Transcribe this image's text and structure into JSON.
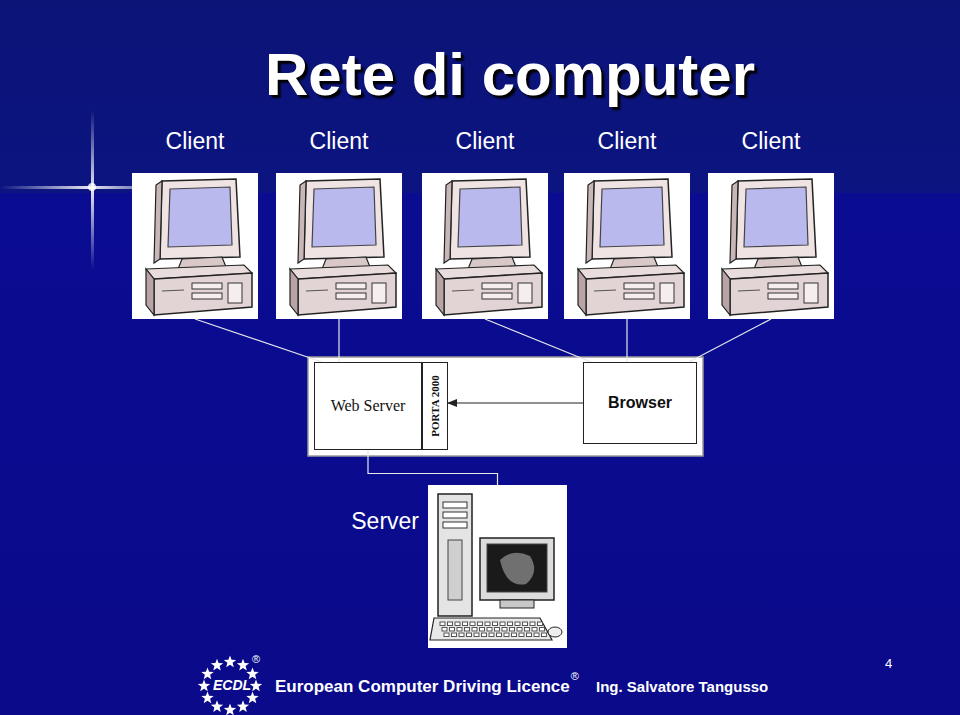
{
  "diagram": {
    "title": "Rete di computer",
    "nodes": [
      {
        "text": [
          "Client"
        ]
      },
      {
        "text": [
          "Client"
        ]
      },
      {
        "text": [
          "Client"
        ]
      },
      {
        "text": [
          "Client"
        ]
      },
      {
        "text": [
          "Client"
        ]
      },
      {
        "text": [
          "Web Server"
        ]
      },
      {
        "text": [
          "PORTA 2000"
        ]
      },
      {
        "text": [
          "Browser"
        ]
      },
      {
        "text": [
          "Server"
        ]
      }
    ],
    "edges": [
      {
        "from": 0,
        "to": 5,
        "arrow": "none"
      },
      {
        "from": 1,
        "to": 5,
        "arrow": "none"
      },
      {
        "from": 2,
        "to": 7,
        "arrow": "none"
      },
      {
        "from": 3,
        "to": 7,
        "arrow": "none"
      },
      {
        "from": 4,
        "to": 7,
        "arrow": "none"
      },
      {
        "from": 7,
        "to": 6,
        "arrow": "to"
      },
      {
        "from": 8,
        "to": 5,
        "arrow": "none"
      }
    ],
    "labels": [
      "ECDL",
      "®",
      "European Computer Driving Licence",
      "®",
      "Ing. Salvatore Tangusso",
      "4"
    ]
  }
}
